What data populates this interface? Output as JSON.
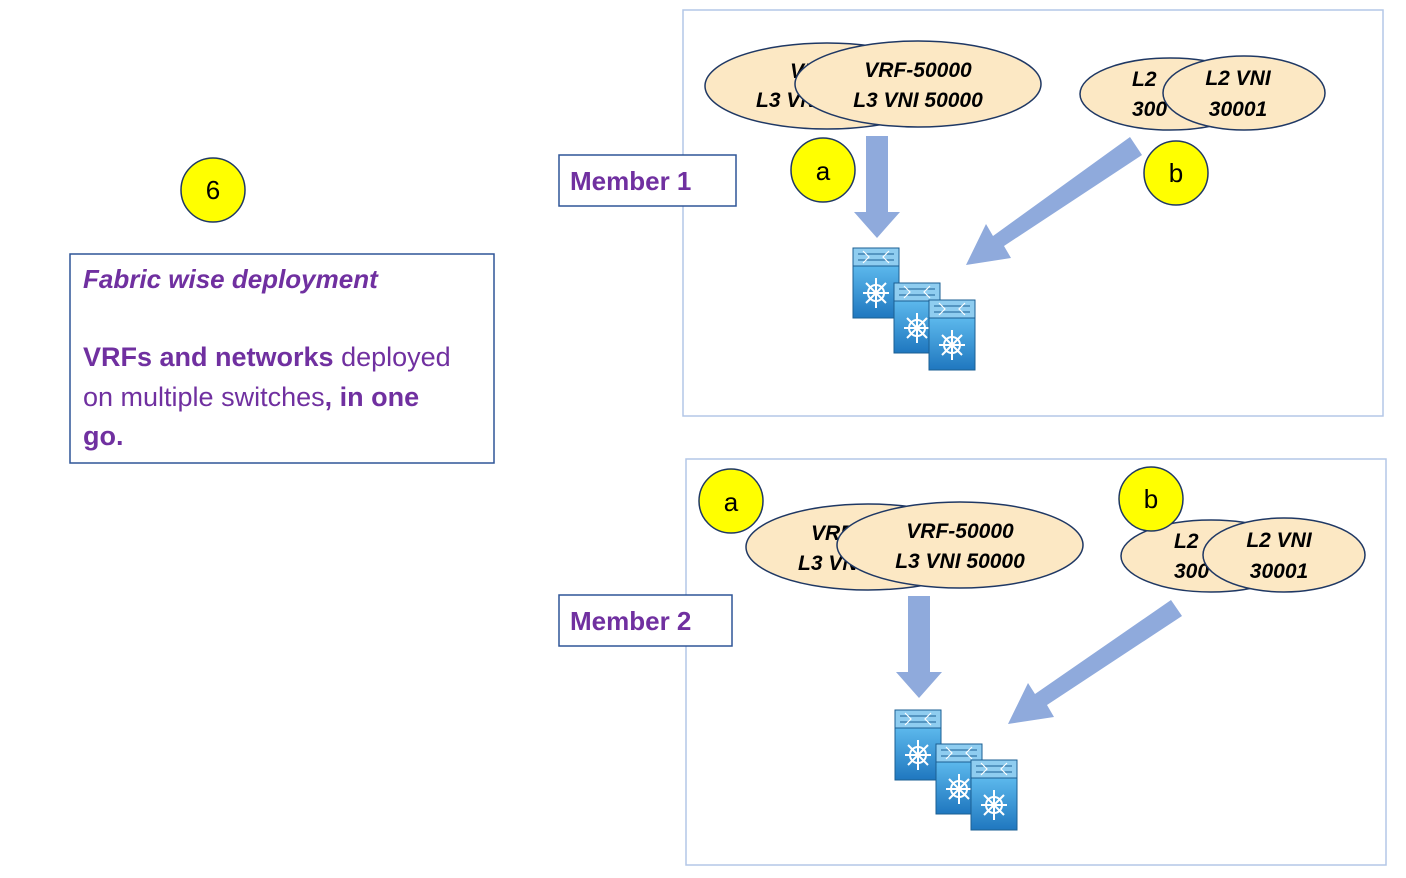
{
  "step": {
    "number": "6"
  },
  "description": {
    "title": "Fabric wise deployment",
    "line1_bold": "VRFs and networks",
    "line1_rest": " deployed",
    "line2_normal": "on multiple switches",
    "line2_bold": ", in one",
    "line3_bold": "go."
  },
  "members": [
    {
      "label": "Member 1",
      "vrf_front": {
        "line1": "VRF-50000",
        "line2": "L3 VNI 50000"
      },
      "vrf_back": {
        "line1": "VRF",
        "line2": "L3 VN"
      },
      "l2_front": {
        "line1": "L2 VNI",
        "line2": "30001"
      },
      "l2_back": {
        "line1": "L2",
        "line2": "300"
      },
      "badge_a": "a",
      "badge_b": "b"
    },
    {
      "label": "Member 2",
      "vrf_front": {
        "line1": "VRF-50000",
        "line2": "L3 VNI 50000"
      },
      "vrf_back": {
        "line1": "VRF",
        "line2": "L3 VN"
      },
      "l2_front": {
        "line1": "L2 VNI",
        "line2": "30001"
      },
      "l2_back": {
        "line1": "L2",
        "line2": "300"
      },
      "badge_a": "a",
      "badge_b": "b"
    }
  ],
  "colors": {
    "badge_fill": "#ffff00",
    "ellipse_fill": "#fce8c4",
    "ellipse_stroke": "#1f3864",
    "arrow": "#8faadc",
    "frame": "#b4c7e7",
    "label_border": "#2f5597",
    "text_purple": "#7030a0",
    "switch_blue": "#2e8fd0"
  }
}
